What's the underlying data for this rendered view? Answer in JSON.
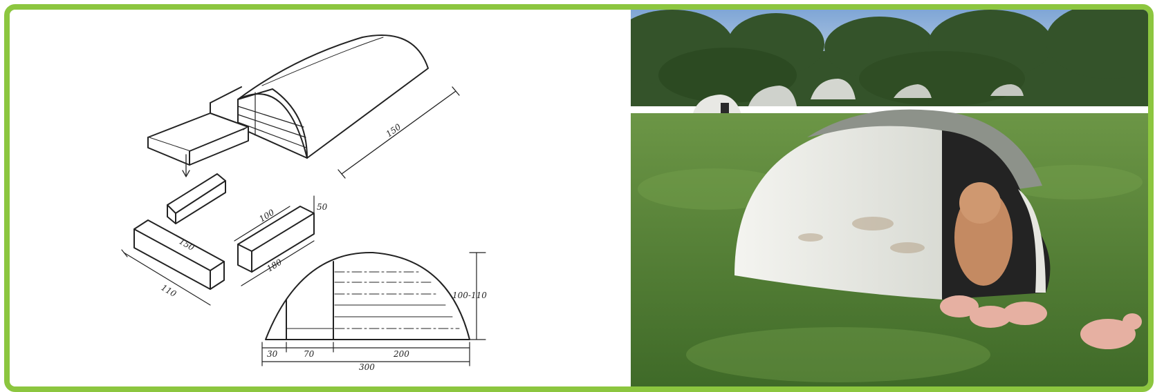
{
  "diagram": {
    "dimensions": {
      "length": "150",
      "door_width_a": "150",
      "door_width_b": "110",
      "depth_a": "100",
      "depth_b": "180",
      "small_height": "50",
      "height": "100-110",
      "seg_1": "30",
      "seg_2": "70",
      "seg_3": "200",
      "total_width": "300"
    }
  },
  "photo": {
    "subject": "pig-ark-with-sow-and-piglets",
    "colors": {
      "sky": "#8fb0d8",
      "trees": "#3a5a2a",
      "grass": "#5f8a3a",
      "ark_white": "#eeeeea",
      "ark_roof": "#8a8f88",
      "sow": "#c48a62",
      "piglets": "#e7b2a4"
    }
  },
  "frame": {
    "border_color": "#8cc63f"
  }
}
